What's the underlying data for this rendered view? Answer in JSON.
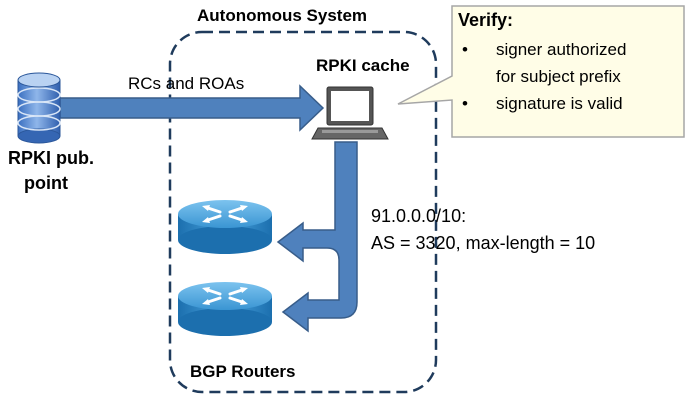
{
  "diagram": {
    "as_label": "Autonomous System",
    "pub_point_label_line1": "RPKI pub.",
    "pub_point_label_line2": "point",
    "flow_label": "RCs and ROAs",
    "cache_label": "RPKI cache",
    "routers_label": "BGP Routers",
    "roa_line1": "91.0.0.0/10:",
    "roa_line2": "AS = 3320, max-length = 10"
  },
  "callout": {
    "title": "Verify:",
    "items": [
      {
        "line1": "signer authorized",
        "line2": "for subject prefix"
      },
      {
        "line1": "signature is valid",
        "line2": ""
      }
    ]
  },
  "colors": {
    "arrow_fill": "#4f81bd",
    "arrow_stroke": "#385d8a",
    "dashed_border": "#1f3b5c",
    "callout_fill": "#fffde7",
    "callout_border": "#a6a6a6",
    "router_blue": "#2a86c6"
  }
}
